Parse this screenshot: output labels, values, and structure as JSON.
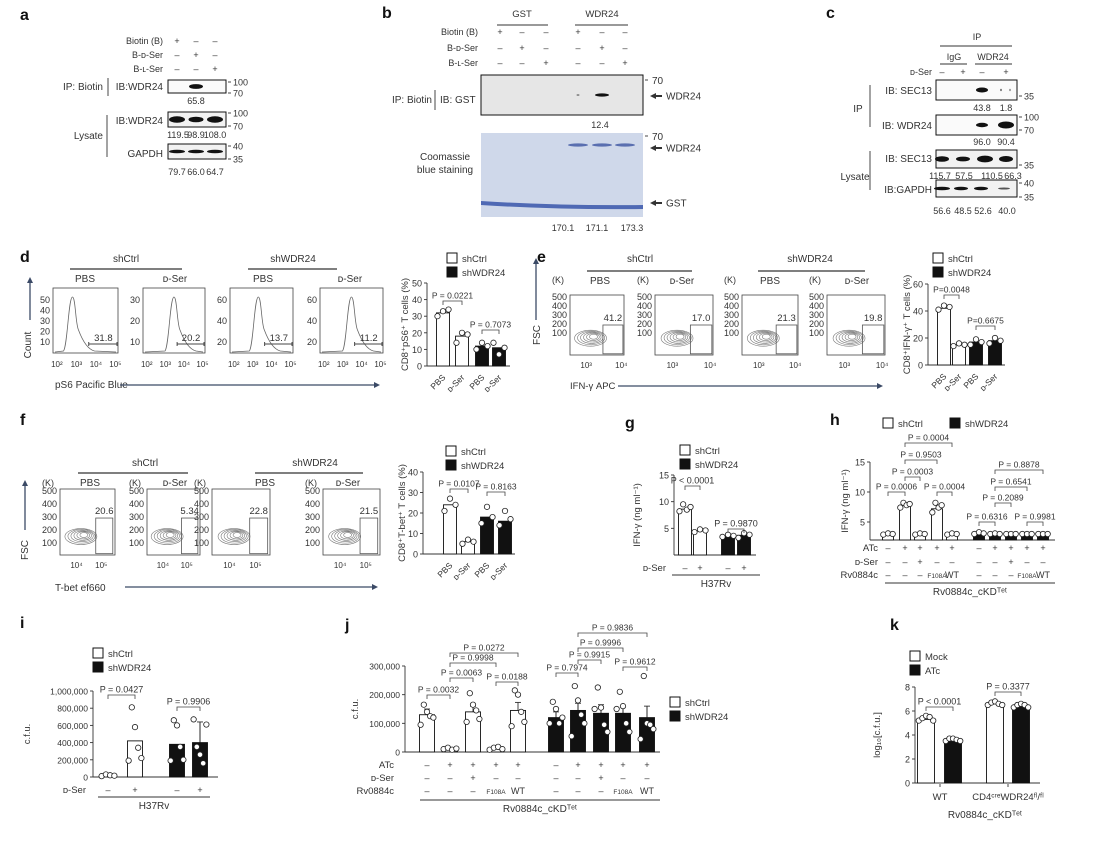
{
  "panel_labels": [
    "a",
    "b",
    "c",
    "d",
    "e",
    "f",
    "g",
    "h",
    "i",
    "j",
    "k"
  ],
  "a": {
    "rows": [
      "Biotin (B)",
      "B-ᴅ-Ser",
      "B-ʟ-Ser"
    ],
    "signs": [
      [
        "+",
        "–",
        "–"
      ],
      [
        "–",
        "+",
        "–"
      ],
      [
        "–",
        "–",
        "+"
      ]
    ],
    "ip_label": "IP: Biotin",
    "ip_ib": "IB:WDR24",
    "ip_mw": [
      "100",
      "70"
    ],
    "ip_quant": [
      "65.8"
    ],
    "lysate_label": "Lysate",
    "lys_wdr24_ib": "IB:WDR24",
    "lys_wdr24_mw": [
      "100",
      "70"
    ],
    "lys_wdr24_quant": [
      "119.5",
      "98.9",
      "108.0"
    ],
    "gapdh_ib": "GAPDH",
    "gapdh_mw": [
      "40",
      "35"
    ],
    "gapdh_quant": [
      "79.7",
      "66.0",
      "64.7"
    ]
  },
  "b": {
    "groups": [
      "GST",
      "WDR24"
    ],
    "rows": [
      "Biotin (B)",
      "B-ᴅ-Ser",
      "B-ʟ-Ser"
    ],
    "signs": [
      [
        "+",
        "–",
        "–",
        "+",
        "–",
        "–"
      ],
      [
        "–",
        "+",
        "–",
        "–",
        "+",
        "–"
      ],
      [
        "–",
        "–",
        "+",
        "–",
        "–",
        "+"
      ]
    ],
    "ip_label": "IP: Biotin",
    "ip_ib": "IB: GST",
    "ip_mw": "70",
    "ip_arrow": "WDR24",
    "ip_quant": "12.4",
    "stain_label": [
      "Coomassie",
      "blue staining"
    ],
    "stain_mw": "70",
    "stain_arrows": [
      "WDR24",
      "GST"
    ],
    "stain_quant": [
      "170.1",
      "171.1",
      "173.3"
    ]
  },
  "c": {
    "ip_header": "IP",
    "groups": [
      "IgG",
      "WDR24"
    ],
    "row": "ᴅ-Ser",
    "signs": [
      "–",
      "+",
      "–",
      "+"
    ],
    "ip_section": "IP",
    "ip_sec13_ib": "IB: SEC13",
    "ip_sec13_mw": [
      "35"
    ],
    "ip_sec13_quant": [
      "43.8",
      "1.8"
    ],
    "ip_wdr24_ib": "IB: WDR24",
    "ip_wdr24_mw": [
      "100",
      "70"
    ],
    "ip_wdr24_quant": [
      "96.0",
      "90.4"
    ],
    "lysate_section": "Lysate",
    "lys_sec13_ib": "IB: SEC13",
    "lys_sec13_mw": [
      "35"
    ],
    "lys_sec13_quant": [
      "115.7",
      "57.5",
      "110.5",
      "66.3"
    ],
    "gapdh_ib": "IB:GAPDH",
    "gapdh_mw": [
      "40",
      "35"
    ],
    "gapdh_quant": [
      "56.6",
      "48.5",
      "52.6",
      "40.0"
    ]
  },
  "d": {
    "groups": [
      "shCtrl",
      "shWDR24"
    ],
    "conditions": [
      "PBS",
      "ᴅ-Ser",
      "PBS",
      "ᴅ-Ser"
    ],
    "histograms": [
      {
        "yticks": [
          "50",
          "40",
          "30",
          "20",
          "10"
        ],
        "gate_value": "31.8"
      },
      {
        "yticks": [
          "30",
          "20",
          "10"
        ],
        "gate_value": "20.2"
      },
      {
        "yticks": [
          "60",
          "40",
          "20"
        ],
        "gate_value": "13.7"
      },
      {
        "yticks": [
          "60",
          "40",
          "20"
        ],
        "gate_value": "11.2"
      }
    ],
    "xticks": [
      "10²",
      "10³",
      "10⁴",
      "10⁵"
    ],
    "ylabel": "Count",
    "xlabel": "pS6 Pacific Blue"
  },
  "e": {
    "groups": [
      "shCtrl",
      "shWDR24"
    ],
    "conditions": [
      "PBS",
      "ᴅ-Ser",
      "PBS",
      "ᴅ-Ser"
    ],
    "axis_unit": "(K)",
    "yticks": [
      "500",
      "400",
      "300",
      "200",
      "100"
    ],
    "xticks": [
      "10³",
      "10⁴"
    ],
    "gate_values": [
      "41.2",
      "17.0",
      "21.3",
      "19.8"
    ],
    "ylabel": "FSC",
    "xlabel": "IFN-γ APC"
  },
  "f": {
    "groups": [
      "shCtrl",
      "shWDR24"
    ],
    "conditions": [
      "PBS",
      "ᴅ-Ser",
      "PBS",
      "ᴅ-Ser"
    ],
    "axis_unit": "(K)",
    "yticks": [
      "500",
      "400",
      "300",
      "200",
      "100"
    ],
    "xticks": [
      "10⁴",
      "10⁵"
    ],
    "gate_values": [
      "20.6",
      "5.34",
      "22.8",
      "21.5"
    ],
    "ylabel": "FSC",
    "xlabel": "T-bet ef660"
  },
  "chart_data": [
    {
      "panel": "d",
      "type": "bar",
      "legend": [
        "shCtrl",
        "shWDR24"
      ],
      "ylabel": "CD8⁺pS6⁺ T cells (%)",
      "ylim": [
        0,
        50
      ],
      "ytick_labels": [
        "0",
        "10",
        "20",
        "30",
        "40",
        "50"
      ],
      "categories": [
        "PBS",
        "ᴅ-Ser",
        "PBS",
        "ᴅ-Ser"
      ],
      "bars": [
        {
          "group": "shCtrl",
          "value": 32,
          "points": [
            30,
            33,
            34
          ]
        },
        {
          "group": "shCtrl",
          "value": 18,
          "points": [
            14,
            20,
            19
          ]
        },
        {
          "group": "shWDR24",
          "value": 12,
          "points": [
            10,
            14,
            12
          ]
        },
        {
          "group": "shWDR24",
          "value": 11,
          "points": [
            14,
            7,
            11
          ]
        }
      ],
      "p_values": [
        "P = 0.0221",
        "P = 0.7073"
      ]
    },
    {
      "panel": "e",
      "type": "bar",
      "legend": [
        "shCtrl",
        "shWDR24"
      ],
      "ylabel": "CD8⁺IFN-γ⁺ T cells (%)",
      "ylim": [
        0,
        60
      ],
      "ytick_labels": [
        "0",
        "20",
        "40",
        "60"
      ],
      "categories": [
        "PBS",
        "ᴅ-Ser",
        "PBS",
        "ᴅ-Ser"
      ],
      "bars": [
        {
          "group": "shCtrl",
          "value": 42,
          "points": [
            41,
            44,
            43
          ]
        },
        {
          "group": "shCtrl",
          "value": 15,
          "points": [
            14,
            16,
            15
          ]
        },
        {
          "group": "shWDR24",
          "value": 17,
          "points": [
            15,
            19,
            17
          ]
        },
        {
          "group": "shWDR24",
          "value": 18,
          "points": [
            16,
            20,
            18
          ]
        }
      ],
      "p_values": [
        "P=0.0048",
        "P=0.6675"
      ]
    },
    {
      "panel": "f",
      "type": "bar",
      "legend": [
        "shCtrl",
        "shWDR24"
      ],
      "ylabel": "CD8⁺T-bet⁺ T cells (%)",
      "ylim": [
        0,
        40
      ],
      "ytick_labels": [
        "0",
        "10",
        "20",
        "30",
        "40"
      ],
      "categories": [
        "PBS",
        "ᴅ-Ser",
        "PBS",
        "ᴅ-Ser"
      ],
      "bars": [
        {
          "group": "shCtrl",
          "value": 24,
          "points": [
            21,
            27,
            24
          ]
        },
        {
          "group": "shCtrl",
          "value": 6,
          "points": [
            5,
            7,
            6
          ]
        },
        {
          "group": "shWDR24",
          "value": 18,
          "points": [
            15,
            23,
            18
          ]
        },
        {
          "group": "shWDR24",
          "value": 16,
          "points": [
            14,
            21,
            17
          ]
        }
      ],
      "p_values": [
        "P = 0.0107",
        "P = 0.8163"
      ]
    },
    {
      "panel": "g",
      "type": "bar",
      "legend": [
        "shCtrl",
        "shWDR24"
      ],
      "ylabel": "IFN-γ (ng ml⁻¹)",
      "ylim": [
        0,
        15
      ],
      "ytick_labels": [
        "5",
        "10",
        "15"
      ],
      "bars": [
        {
          "group": "shCtrl",
          "value": 8.6,
          "points": [
            8.2,
            9.5,
            8.5,
            9.0
          ]
        },
        {
          "group": "shCtrl",
          "value": 4.5,
          "points": [
            4.3,
            4.8,
            4.6
          ]
        },
        {
          "group": "shWDR24",
          "value": 3.6,
          "points": [
            3.4,
            3.8,
            3.6
          ]
        },
        {
          "group": "shWDR24",
          "value": 3.7,
          "points": [
            3.2,
            4.1,
            3.8
          ]
        }
      ],
      "p_values": [
        "P < 0.0001",
        "P = 0.9870"
      ],
      "row_labels": [
        "ᴅ-Ser"
      ],
      "rows": [
        [
          "–",
          "+",
          "–",
          "+"
        ]
      ],
      "group_label": "H37Rv"
    },
    {
      "panel": "h",
      "type": "bar",
      "legend": [
        "shCtrl",
        "shWDR24"
      ],
      "ylabel": "IFN-γ (ng ml⁻¹)",
      "ylim": [
        2,
        15
      ],
      "ytick_labels": [
        "5",
        "10",
        "15"
      ],
      "bars": [
        {
          "group": "shCtrl",
          "value": 3.0,
          "points": [
            2.9,
            3.1,
            3.0
          ]
        },
        {
          "group": "shCtrl",
          "value": 7.8,
          "points": [
            7.4,
            8.2,
            7.8,
            8.0
          ]
        },
        {
          "group": "shCtrl",
          "value": 3.0,
          "points": [
            2.9,
            3.1,
            3.0
          ]
        },
        {
          "group": "shCtrl",
          "value": 7.2,
          "points": [
            6.6,
            8.2,
            7.4,
            7.8
          ]
        },
        {
          "group": "shCtrl",
          "value": 3.0,
          "points": [
            2.9,
            3.1,
            3.0
          ]
        },
        {
          "group": "shWDR24",
          "value": 3.0,
          "points": [
            3.0,
            3.3,
            3.1
          ]
        },
        {
          "group": "shWDR24",
          "value": 3.0,
          "points": [
            3.0,
            3.1,
            3.0
          ]
        },
        {
          "group": "shWDR24",
          "value": 3.0,
          "points": [
            3.0,
            3.0,
            3.0
          ]
        },
        {
          "group": "shWDR24",
          "value": 3.0,
          "points": [
            3.0,
            3.0,
            3.0
          ]
        },
        {
          "group": "shWDR24",
          "value": 3.0,
          "points": [
            3.0,
            3.0,
            3.0
          ]
        }
      ],
      "p_values": [
        "P = 0.0006",
        "P = 0.0003",
        "P = 0.9503",
        "P = 0.0004",
        "P = 0.0004",
        "P = 0.6316",
        "P = 0.2089",
        "P = 0.6541",
        "P = 0.8878",
        "P = 0.9981"
      ],
      "row_labels": [
        "ATc",
        "ᴅ-Ser",
        "Rv0884c"
      ],
      "rows": [
        [
          "–",
          "+",
          "+",
          "+",
          "+",
          "–",
          "+",
          "+",
          "+",
          "+"
        ],
        [
          "–",
          "–",
          "+",
          "–",
          "–",
          "–",
          "–",
          "+",
          "–",
          "–"
        ],
        [
          "–",
          "–",
          "–",
          "F108A",
          "WT",
          "–",
          "–",
          "–",
          "F108A",
          "WT"
        ]
      ],
      "group_label": "Rv0884c_cKDᵀᵉᵗ"
    },
    {
      "panel": "i",
      "type": "bar",
      "legend": [
        "shCtrl",
        "shWDR24"
      ],
      "ylabel": "c.f.u.",
      "ylim": [
        0,
        1000000
      ],
      "ytick_labels": [
        "0",
        "200,000",
        "400,000",
        "600,000",
        "800,000",
        "1,000,000"
      ],
      "bars": [
        {
          "group": "shCtrl",
          "value": 20000,
          "points": [
            10000,
            30000,
            20000,
            15000
          ]
        },
        {
          "group": "shCtrl",
          "value": 420000,
          "points": [
            190000,
            810000,
            580000,
            340000,
            220000
          ]
        },
        {
          "group": "shWDR24",
          "value": 380000,
          "points": [
            190000,
            660000,
            600000,
            350000,
            200000
          ]
        },
        {
          "group": "shWDR24",
          "value": 400000,
          "points": [
            670000,
            350000,
            260000,
            160000,
            610000
          ],
          "err": 240000
        }
      ],
      "p_values": [
        "P = 0.0427",
        "P = 0.9906"
      ],
      "row_labels": [
        "ᴅ-Ser"
      ],
      "rows": [
        [
          "–",
          "+",
          "–",
          "+"
        ]
      ],
      "group_label": "H37Rv"
    },
    {
      "panel": "j",
      "type": "bar",
      "legend": [
        "shCtrl",
        "shWDR24"
      ],
      "ylabel": "c.f.u.",
      "ylim": [
        0,
        300000
      ],
      "ytick_labels": [
        "0",
        "100,000",
        "200,000",
        "300,000"
      ],
      "bars": [
        {
          "group": "shCtrl",
          "value": 130000,
          "points": [
            95000,
            165000,
            140000,
            125000,
            120000
          ],
          "err": 20000
        },
        {
          "group": "shCtrl",
          "value": 10000,
          "points": [
            10000,
            15000,
            8000,
            12000
          ]
        },
        {
          "group": "shCtrl",
          "value": 140000,
          "points": [
            105000,
            205000,
            165000,
            145000,
            115000
          ],
          "err": 20000
        },
        {
          "group": "shCtrl",
          "value": 10000,
          "points": [
            8000,
            15000,
            18000,
            10000
          ]
        },
        {
          "group": "shCtrl",
          "value": 145000,
          "points": [
            90000,
            215000,
            200000,
            140000,
            105000
          ],
          "err": 28000
        },
        {
          "group": "shWDR24",
          "value": 120000,
          "points": [
            100000,
            175000,
            150000,
            100000,
            120000
          ],
          "err": 20000
        },
        {
          "group": "shWDR24",
          "value": 145000,
          "points": [
            55000,
            230000,
            180000,
            130000,
            100000
          ],
          "err": 25000
        },
        {
          "group": "shWDR24",
          "value": 135000,
          "points": [
            150000,
            225000,
            155000,
            95000,
            70000
          ],
          "err": 30000
        },
        {
          "group": "shWDR24",
          "value": 135000,
          "points": [
            150000,
            210000,
            160000,
            100000,
            70000
          ],
          "err": 25000
        },
        {
          "group": "shWDR24",
          "value": 120000,
          "points": [
            45000,
            265000,
            100000,
            95000,
            80000
          ],
          "err": 40000
        }
      ],
      "p_values": [
        "P = 0.0032",
        "P = 0.0063",
        "P = 0.9998",
        "P = 0.0272",
        "P = 0.0188",
        "P = 0.7974",
        "P = 0.9915",
        "P = 0.9996",
        "P = 0.9836",
        "P = 0.9612"
      ],
      "row_labels": [
        "ATc",
        "ᴅ-Ser",
        "Rv0884c"
      ],
      "rows": [
        [
          "–",
          "+",
          "+",
          "+",
          "+",
          "–",
          "+",
          "+",
          "+",
          "+"
        ],
        [
          "–",
          "–",
          "+",
          "–",
          "–",
          "–",
          "–",
          "+",
          "–",
          "–"
        ],
        [
          "–",
          "–",
          "–",
          "F108A",
          "WT",
          "–",
          "–",
          "–",
          "F108A",
          "WT"
        ]
      ],
      "group_label": "Rv0884c_cKDᵀᵉᵗ"
    },
    {
      "panel": "k",
      "type": "bar",
      "legend": [
        "Mock",
        "ATc"
      ],
      "ylabel": "log₁₀[c.f.u.]",
      "ylim": [
        0,
        8
      ],
      "ytick_labels": [
        "0",
        "2",
        "4",
        "6",
        "8"
      ],
      "categories": [
        "WT",
        "CD4ᶜʳᵉWDR24ᶠˡ/ᶠˡ"
      ],
      "xlabel": "Rv0884c_cKDᵀᵉᵗ",
      "bars": [
        {
          "group": "Mock",
          "value": 5.3,
          "points": [
            5.2,
            5.4,
            5.6,
            5.5,
            5.2
          ]
        },
        {
          "group": "ATc",
          "value": 3.6,
          "points": [
            3.5,
            3.7,
            3.7,
            3.6,
            3.5
          ]
        },
        {
          "group": "Mock",
          "value": 6.6,
          "points": [
            6.5,
            6.7,
            6.8,
            6.6,
            6.5
          ]
        },
        {
          "group": "ATc",
          "value": 6.4,
          "points": [
            6.3,
            6.5,
            6.6,
            6.5,
            6.3
          ]
        }
      ],
      "p_values": [
        "P < 0.0001",
        "P = 0.3377"
      ]
    }
  ]
}
